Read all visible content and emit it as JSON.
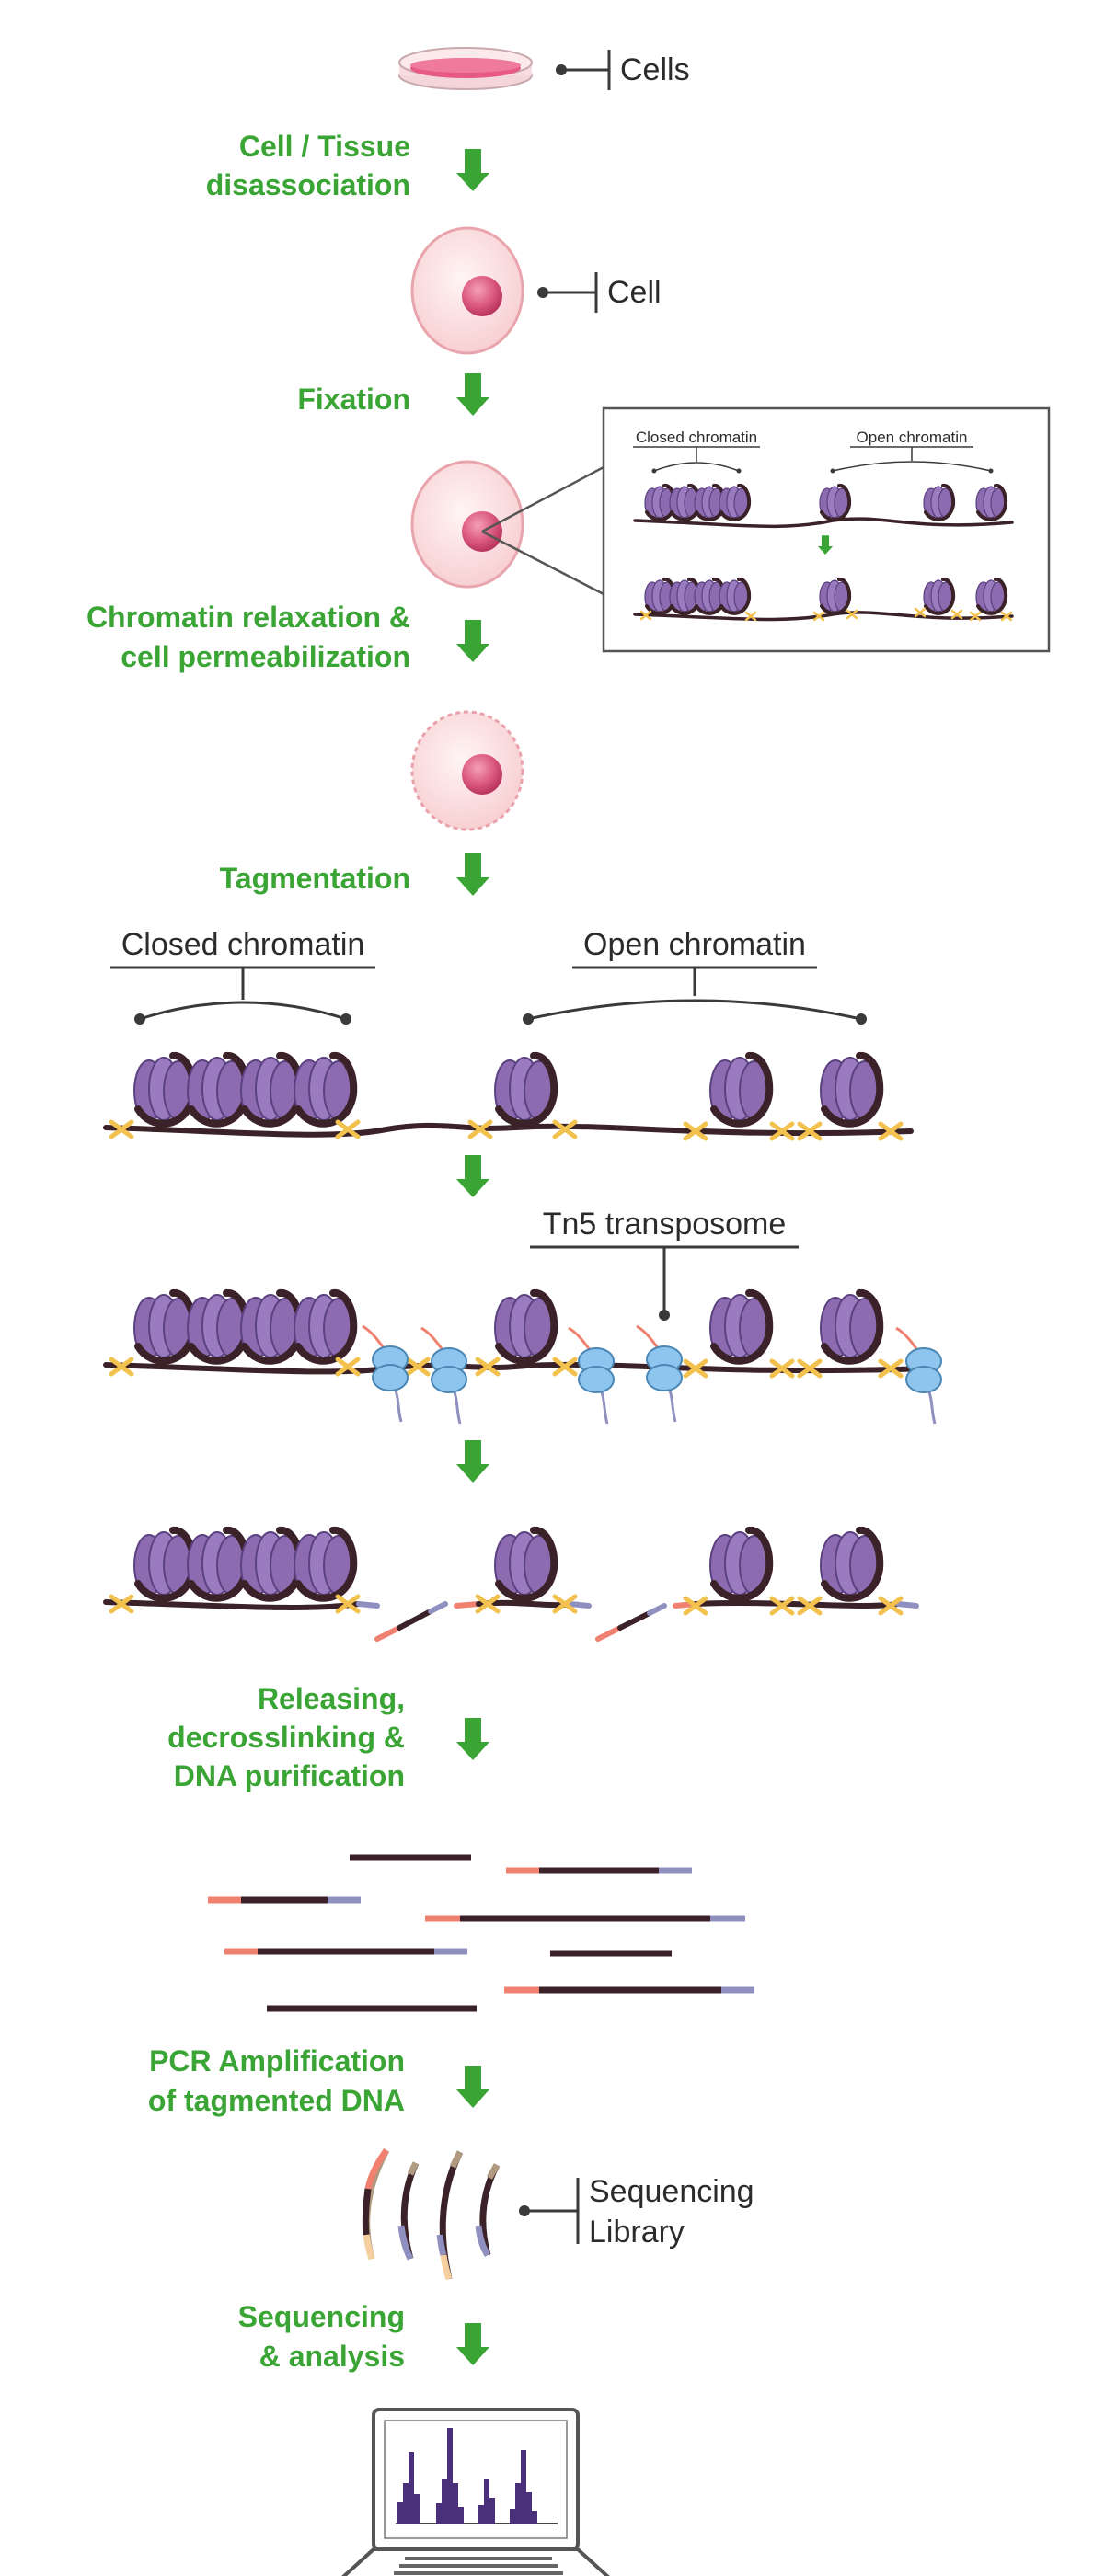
{
  "steps": {
    "dissociation": [
      "Cell / Tissue",
      "disassociation"
    ],
    "fixation": "Fixation",
    "relaxation": [
      "Chromatin relaxation &",
      "cell permeabilization"
    ],
    "tagmentation": "Tagmentation",
    "releasing": [
      "Releasing,",
      "decrosslinking &",
      "DNA purification"
    ],
    "pcr": [
      "PCR Amplification",
      "of tagmented DNA"
    ],
    "sequencing": [
      "Sequencing",
      "& analysis"
    ]
  },
  "labels": {
    "cells": "Cells",
    "cell": "Cell",
    "closed_chromatin": "Closed chromatin",
    "open_chromatin": "Open chromatin",
    "tn5": "Tn5 transposome",
    "library": [
      "Sequencing",
      "Library"
    ]
  },
  "inset": {
    "closed_chromatin": "Closed chromatin",
    "open_chromatin": "Open chromatin"
  },
  "colors": {
    "step_text": "#3aa535",
    "arrow": "#3aa535",
    "nucleosome": "#8c6bb1",
    "dna": "#3b2228",
    "cross": "#f2c14e",
    "transposase": "#8ec5ee",
    "adapter_red": "#f08070",
    "adapter_blue": "#9090c0",
    "cell_fill": "#fbe3e4",
    "nucleus": "#d9547a"
  }
}
